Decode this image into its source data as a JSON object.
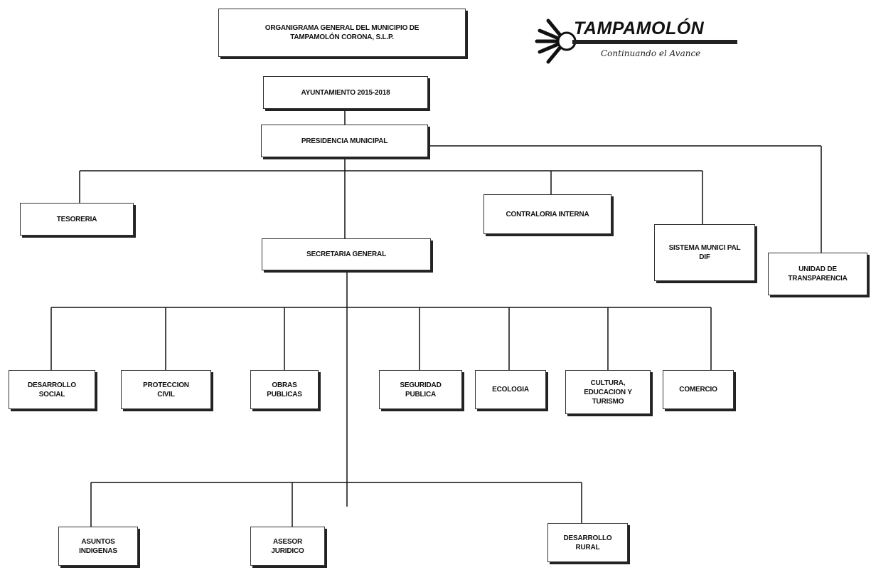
{
  "title": {
    "line1": "ORGANIGRAMA GENERAL DEL MUNICIPIO DE",
    "line2": "TAMPAMOLÓN CORONA, S.L.P."
  },
  "logo": {
    "text": "TAMPAMOLÓN",
    "slogan": "Continuando el Avance",
    "icon": "sun-rays-icon"
  },
  "nodes": {
    "ayuntamiento": "AYUNTAMIENTO 2015-2018",
    "presidencia": "PRESIDENCIA MUNICIPAL",
    "tesoreria": "TESORERIA",
    "contraloria": "CONTRALORIA INTERNA",
    "dif": {
      "line1": "SISTEMA MUNICI PAL",
      "line2": "DIF"
    },
    "transparencia": {
      "line1": "UNIDAD DE",
      "line2": "TRANSPARENCIA"
    },
    "secretaria": "SECRETARIA GENERAL",
    "desarrollo_social": {
      "line1": "DESARROLLO",
      "line2": "SOCIAL"
    },
    "proteccion_civil": {
      "line1": "PROTECCION",
      "line2": "CIVIL"
    },
    "obras_publicas": {
      "line1": "OBRAS",
      "line2": "PUBLICAS"
    },
    "seguridad_publica": {
      "line1": "SEGURIDAD",
      "line2": "PUBLICA"
    },
    "ecologia": "ECOLOGIA",
    "cultura": {
      "line1": "CULTURA,",
      "line2": "EDUCACION Y",
      "line3": "TURISMO"
    },
    "comercio": "COMERCIO",
    "asuntos_indigenas": {
      "line1": "ASUNTOS",
      "line2": "INDIGENAS"
    },
    "asesor_juridico": {
      "line1": "ASESOR",
      "line2": "JURIDICO"
    },
    "desarrollo_rural": {
      "line1": "DESARROLLO",
      "line2": "RURAL"
    }
  },
  "colors": {
    "line": "#111111",
    "box_border": "#333333",
    "shadow": "#222222"
  }
}
